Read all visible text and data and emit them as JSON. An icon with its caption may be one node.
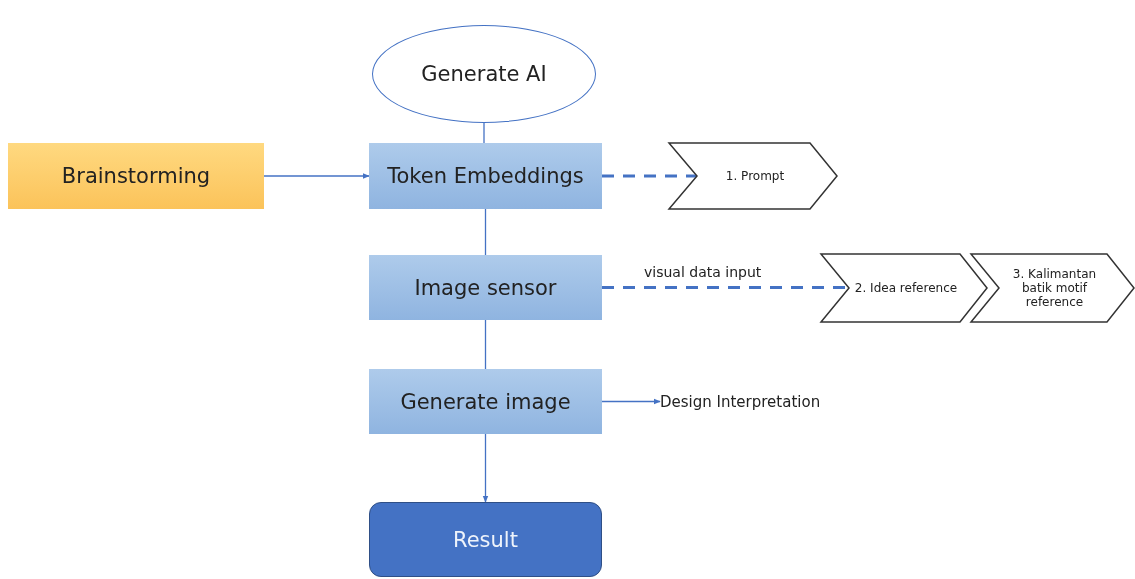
{
  "diagram": {
    "nodes": [
      {
        "text": [
          "Generate AI"
        ]
      },
      {
        "text": [
          "Brainstorming"
        ]
      },
      {
        "text": [
          "Token Embeddings"
        ]
      },
      {
        "text": [
          "1. Prompt"
        ]
      },
      {
        "text": [
          "Image sensor"
        ]
      },
      {
        "text": [
          "2. Idea reference"
        ]
      },
      {
        "text": [
          "3. Kalimantan batik motif reference"
        ]
      },
      {
        "text": [
          "Generate image"
        ]
      },
      {
        "text": [
          "Design Interpretation"
        ]
      },
      {
        "text": [
          "Result"
        ]
      }
    ],
    "edges": [
      {
        "from": 0,
        "to": 2,
        "arrow": "none"
      },
      {
        "from": 1,
        "to": 2,
        "arrow": "to"
      },
      {
        "from": 2,
        "to": 3,
        "arrow": "none",
        "style": "dashed"
      },
      {
        "from": 2,
        "to": 4,
        "arrow": "none"
      },
      {
        "from": 4,
        "to": 5,
        "arrow": "none",
        "style": "dashed",
        "label": "visual data input"
      },
      {
        "from": 4,
        "to": 7,
        "arrow": "none"
      },
      {
        "from": 7,
        "to": 8,
        "arrow": "to"
      },
      {
        "from": 7,
        "to": 9,
        "arrow": "to"
      }
    ]
  }
}
